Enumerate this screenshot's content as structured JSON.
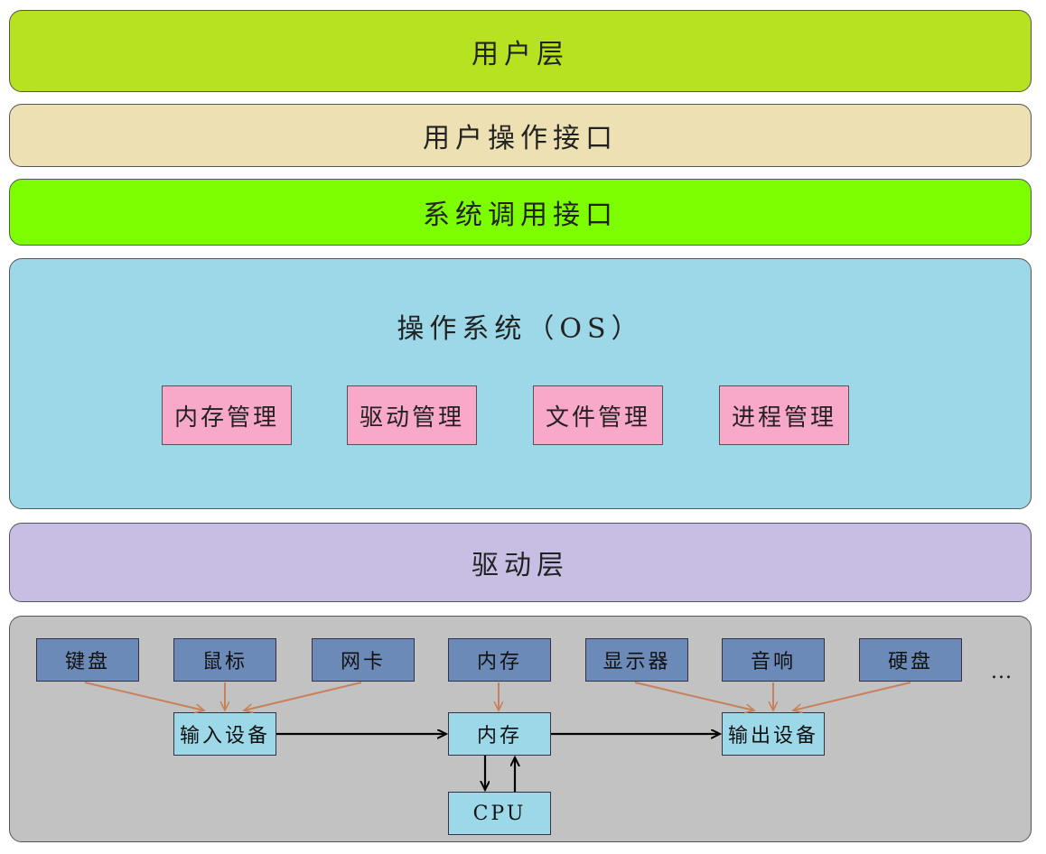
{
  "layers": {
    "user": "用户层",
    "user_interface": "用户操作接口",
    "syscall": "系统调用接口",
    "os": "操作系统（OS）",
    "driver": "驱动层"
  },
  "os_modules": [
    "内存管理",
    "驱动管理",
    "文件管理",
    "进程管理"
  ],
  "hardware": {
    "devices": [
      "键盘",
      "鼠标",
      "网卡",
      "内存",
      "显示器",
      "音响",
      "硬盘"
    ],
    "more": "...",
    "input": "输入设备",
    "memory": "内存",
    "output": "输出设备",
    "cpu": "CPU"
  },
  "colors": {
    "user_layer": "#b7e221",
    "user_interface_layer": "#ede0b2",
    "syscall_layer": "#7cfd00",
    "os_layer": "#9cd8e8",
    "os_module": "#f8a8c8",
    "driver_layer": "#c8bee4",
    "hardware_layer": "#c2c2c2",
    "device_box": "#6b8ab8",
    "node_box": "#9cd8e8",
    "device_arrow": "#c8805a",
    "flow_arrow": "#000000"
  }
}
